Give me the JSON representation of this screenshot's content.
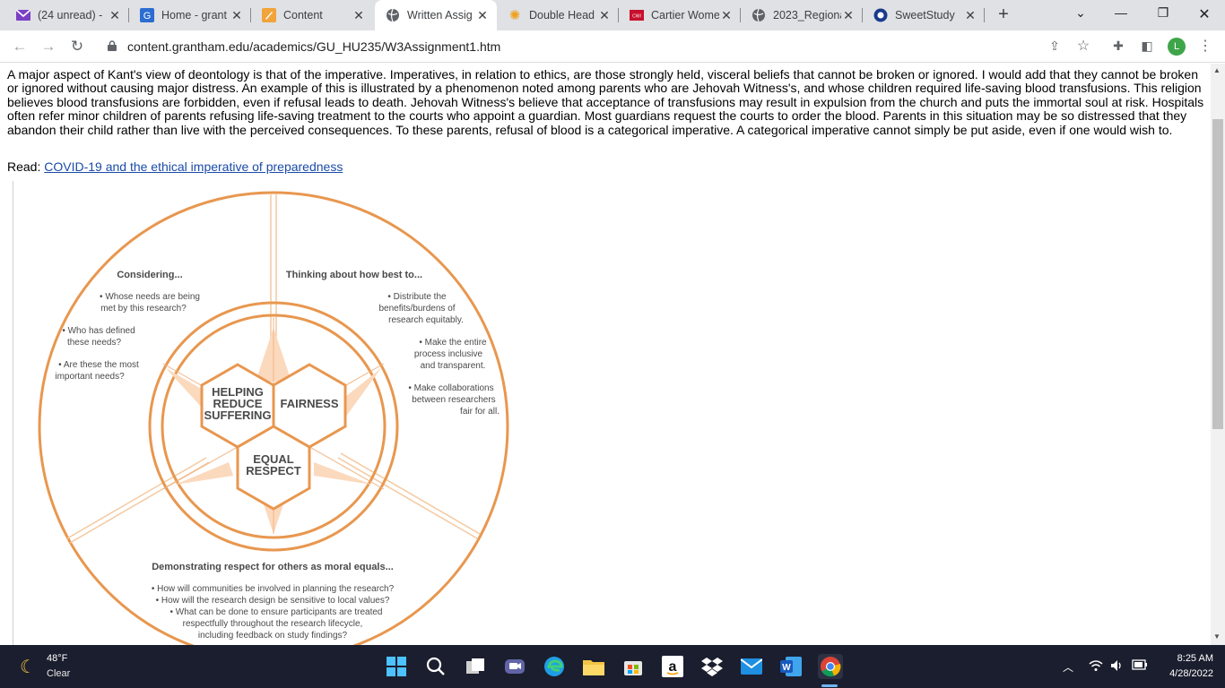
{
  "tabs": [
    {
      "title": "(24 unread) -",
      "icon": "mail-icon"
    },
    {
      "title": "Home - grant",
      "icon": "grantham-icon"
    },
    {
      "title": "Content",
      "icon": "content-icon"
    },
    {
      "title": "Written Assig",
      "icon": "globe-icon",
      "active": true
    },
    {
      "title": "Double Head",
      "icon": "sun-icon"
    },
    {
      "title": "Cartier Wome",
      "icon": "cw-icon"
    },
    {
      "title": "2023_Regiona",
      "icon": "globe-icon"
    },
    {
      "title": "SweetStudy",
      "icon": "sweetstudy-icon"
    }
  ],
  "new_tab_label": "+",
  "address_bar": {
    "url": "content.grantham.edu/academics/GU_HU235/W3Assignment1.htm"
  },
  "avatar_letter": "L",
  "content": {
    "paragraph": "A major aspect of Kant's view of deontology is that of the imperative. Imperatives, in relation to ethics, are those strongly held, visceral beliefs that cannot be broken or ignored. I would add that they cannot be broken or ignored without causing major distress. An example of this is illustrated by a phenomenon noted among parents who are Jehovah Witness's, and whose children required life-saving blood transfusions. This religion believes blood transfusions are forbidden, even if refusal leads to death. Jehovah Witness's believe that acceptance of transfusions may result in expulsion from the church and puts the immortal soul at risk. Hospitals often refer minor children of parents refusing life-saving treatment to the courts who appoint a guardian. Most guardians request the courts to order the blood. Parents in this situation may be so distressed that they abandon their child rather than live with the perceived consequences. To these parents, refusal of blood is a categorical imperative. A categorical imperative cannot simply be put aside, even if one would wish to.",
    "read_label": "Read: ",
    "read_link": "COVID-19 and the ethical imperative of preparedness"
  },
  "diagram": {
    "accent_color": "#e8974f",
    "considering_title": "Considering...",
    "considering_items": [
      [
        "• Whose needs are being",
        "met by this research?"
      ],
      [
        "• Who has defined",
        "these needs?"
      ],
      [
        "• Are these the most",
        "important needs?"
      ]
    ],
    "thinking_title": "Thinking about how best to...",
    "thinking_items": [
      [
        "• Distribute the",
        "benefits/burdens of",
        "research equitably."
      ],
      [
        "• Make the entire",
        "process inclusive",
        "and transparent."
      ],
      [
        "• Make collaborations",
        "between researchers",
        "fair for all."
      ]
    ],
    "demonstrating_title": "Demonstrating respect for others as moral equals...",
    "demonstrating_items": [
      "• How will communities be involved in planning the research?",
      "• How will the research design be sensitive to local values?",
      "• What can be done to ensure participants are treated",
      "respectfully throughout the research lifecycle,",
      "including feedback on study findings?"
    ],
    "hex_helping": [
      "HELPING",
      "REDUCE",
      "SUFFERING"
    ],
    "hex_fairness": "FAIRNESS",
    "hex_equal": [
      "EQUAL",
      "RESPECT"
    ]
  },
  "taskbar": {
    "weather_temp": "48°F",
    "weather_desc": "Clear",
    "time": "8:25 AM",
    "date": "4/28/2022"
  }
}
